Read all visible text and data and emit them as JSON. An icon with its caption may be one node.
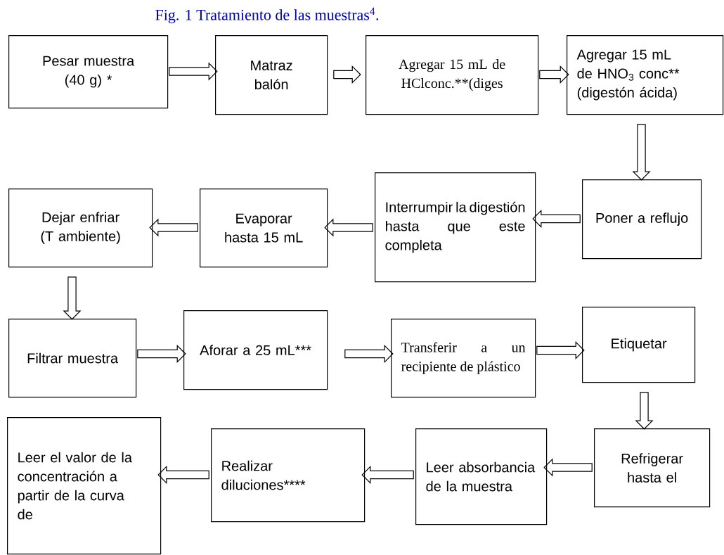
{
  "diagram": {
    "title": "Fig. 1 Tratamiento de las muestras$^{4}$.",
    "nodes": [
      {
        "text": [
          "Pesar muestra (40 g) *"
        ]
      },
      {
        "text": [
          "Matraz balón"
        ]
      },
      {
        "text": [
          "Agregar 15 mL de HClconc.**(diges"
        ]
      },
      {
        "text": [
          "Agregar 15 mL de HNO$_{3}$ conc** (digestón ácida)"
        ]
      },
      {
        "text": [
          "Poner a reflujo"
        ]
      },
      {
        "text": [
          "Interrumpir la digestión hasta que este completa"
        ]
      },
      {
        "text": [
          "Evaporar hasta 15 mL"
        ]
      },
      {
        "text": [
          "Dejar enfriar (T ambiente)"
        ]
      },
      {
        "text": [
          "Filtrar muestra"
        ]
      },
      {
        "text": [
          "Aforar a 25 mL***"
        ]
      },
      {
        "text": [
          "Transferir a un recipiente de plástico"
        ]
      },
      {
        "text": [
          "Etiquetar"
        ]
      },
      {
        "text": [
          "Refrigerar hasta el"
        ]
      },
      {
        "text": [
          "Leer absorbancia de la muestra"
        ]
      },
      {
        "text": [
          "Realizar diluciones****"
        ]
      },
      {
        "text": [
          "Leer el valor de la concentración a partir de la curva de"
        ]
      }
    ],
    "edges": [
      {
        "from": 0,
        "to": 1,
        "arrow": "to"
      },
      {
        "from": 1,
        "to": 2,
        "arrow": "to"
      },
      {
        "from": 2,
        "to": 3,
        "arrow": "to"
      },
      {
        "from": 3,
        "to": 4,
        "arrow": "to"
      },
      {
        "from": 4,
        "to": 5,
        "arrow": "to"
      },
      {
        "from": 5,
        "to": 6,
        "arrow": "to"
      },
      {
        "from": 6,
        "to": 7,
        "arrow": "to"
      },
      {
        "from": 7,
        "to": 8,
        "arrow": "to"
      },
      {
        "from": 8,
        "to": 9,
        "arrow": "to"
      },
      {
        "from": 9,
        "to": 10,
        "arrow": "to"
      },
      {
        "from": 10,
        "to": 11,
        "arrow": "to"
      },
      {
        "from": 11,
        "to": 12,
        "arrow": "to"
      },
      {
        "from": 12,
        "to": 13,
        "arrow": "to"
      },
      {
        "from": 13,
        "to": 14,
        "arrow": "to"
      },
      {
        "from": 14,
        "to": 15,
        "arrow": "to"
      }
    ]
  }
}
